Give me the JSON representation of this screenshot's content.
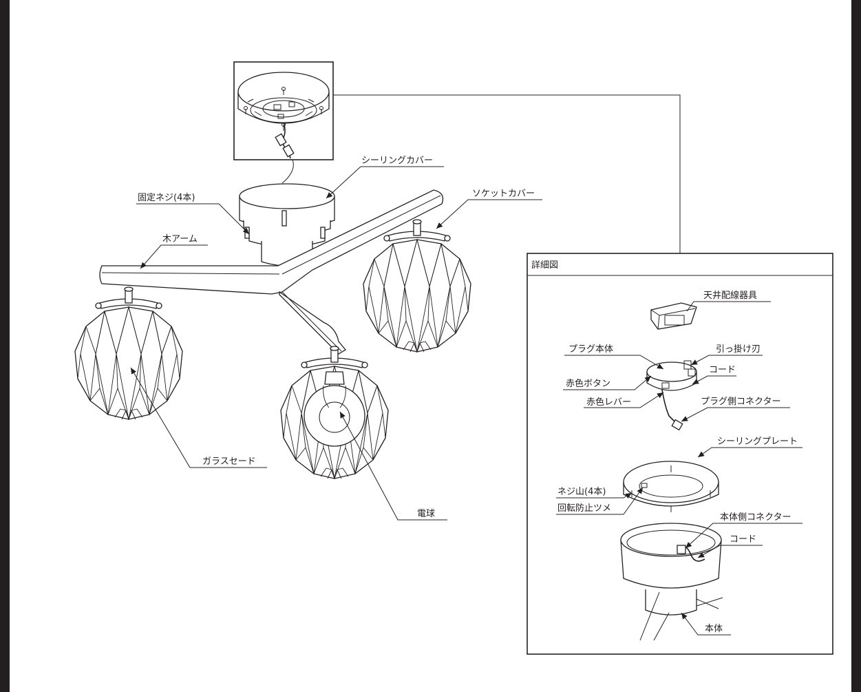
{
  "labels": {
    "ceiling_cover": "シーリングカバー",
    "fixing_screws": "固定ネジ(4本)",
    "socket_cover": "ソケットカバー",
    "wood_arm": "木アーム",
    "glass_shade": "ガラスセード",
    "bulb": "電球"
  },
  "detail": {
    "title": "詳細図",
    "labels": {
      "ceiling_fixture": "天井配線器具",
      "plug_body": "プラグ本体",
      "hook_blade": "引っ掛け刃",
      "red_button": "赤色ボタン",
      "cord_upper": "コード",
      "red_lever": "赤色レバー",
      "plug_connector": "プラグ側コネクター",
      "ceiling_plate": "シーリングプレート",
      "screw_mount": "ネジ山(4本)",
      "anti_rotation": "回転防止ツメ",
      "body_connector": "本体側コネクター",
      "cord_lower": "コード",
      "body": "本体"
    }
  }
}
